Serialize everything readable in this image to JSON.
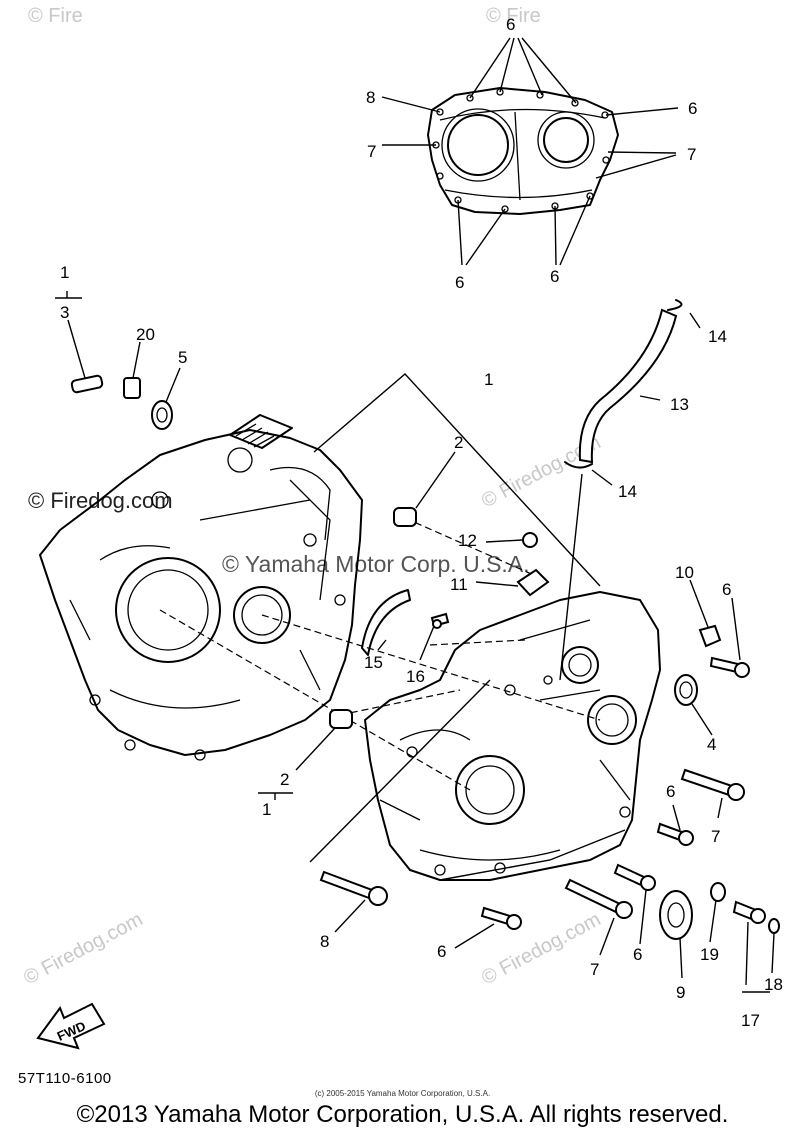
{
  "watermarks": {
    "firedog_com": "© Firedog.com",
    "firedog_short": "© Fire",
    "yamaha": "© Yamaha Motor Corp. U.S.A."
  },
  "callouts": [
    "1",
    "2",
    "3",
    "4",
    "5",
    "6",
    "7",
    "8",
    "9",
    "10",
    "11",
    "12",
    "13",
    "14",
    "15",
    "16",
    "17",
    "18",
    "19",
    "20"
  ],
  "fwd_label": "FWD",
  "diagram_code": "57T110-6100",
  "small_copyright": "(c) 2005-2015 Yamaha Motor Corporation, U.S.A.",
  "footer_copyright": "©2013 Yamaha Motor Corporation, U.S.A. All rights reserved."
}
